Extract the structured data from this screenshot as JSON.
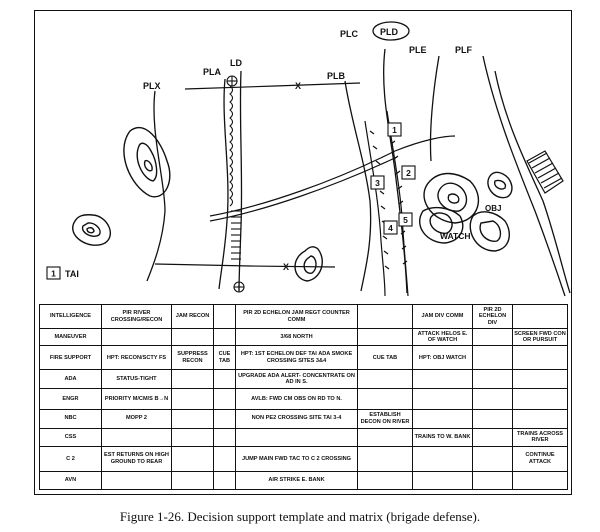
{
  "map": {
    "phase_lines": [
      "PLX",
      "PLA",
      "LD",
      "PLB",
      "PLC",
      "PLD",
      "PLE",
      "PLF"
    ],
    "axis_labels": [
      "X",
      "X"
    ],
    "tai_points": [
      "1",
      "2",
      "3",
      "4",
      "5"
    ],
    "legend": {
      "box": "1",
      "text": "TAI"
    },
    "terrain_labels": {
      "obj": "OBJ",
      "watch": "WATCH"
    }
  },
  "matrix": {
    "rows": [
      [
        "INTELLIGENCE",
        "PIR RIVER CROSSING/RECON",
        "JAM RECON",
        "",
        "PIR 2D ECHELON JAM REGT COUNTER COMM",
        "",
        "JAM DIV COMM",
        "PIR 2D ECHELON DIV",
        ""
      ],
      [
        "MANEUVER",
        "",
        "",
        "",
        "3/68 NORTH",
        "",
        "ATTACK HELOS E. OF WATCH",
        "",
        "SCREEN FWD CON OR PURSUIT"
      ],
      [
        "FIRE SUPPORT",
        "HPT: RECON/SCTY FS",
        "SUPPRESS RECON",
        "CUE TAB",
        "HPT: 1ST ECHELON DEF TAI ADA SMOKE CROSSING SITES 3&4",
        "CUE TAB",
        "HPT: OBJ WATCH",
        "",
        ""
      ],
      [
        "ADA",
        "STATUS-TIGHT",
        "",
        "",
        "UPGRADE ADA ALERT- CONCENTRATE ON AD IN S.",
        "",
        "",
        "",
        ""
      ],
      [
        "ENGR",
        "PRIORITY M/CM/S B→N",
        "",
        "",
        "AVLB: FWD CM OBS ON RD TO N.",
        "",
        "",
        "",
        ""
      ],
      [
        "NBC",
        "MOPP 2",
        "",
        "",
        "NON PE2 CROSSING SITE TAI 3-4",
        "ESTABLISH DECON ON RIVER",
        "",
        "",
        ""
      ],
      [
        "CSS",
        "",
        "",
        "",
        "",
        "",
        "TRAINS TO W. BANK",
        "",
        "TRAINS ACROSS RIVER"
      ],
      [
        "C 2",
        "EST RETURNS ON HIGH GROUND TO REAR",
        "",
        "",
        "JUMP MAIN FWD TAC TO C 2 CROSSING",
        "",
        "",
        "",
        "CONTINUE ATTACK"
      ],
      [
        "AVN",
        "",
        "",
        "",
        "AIR STRIKE E. BANK",
        "",
        "",
        "",
        ""
      ]
    ]
  },
  "caption": "Figure 1-26. Decision support template and matrix (brigade defense)."
}
